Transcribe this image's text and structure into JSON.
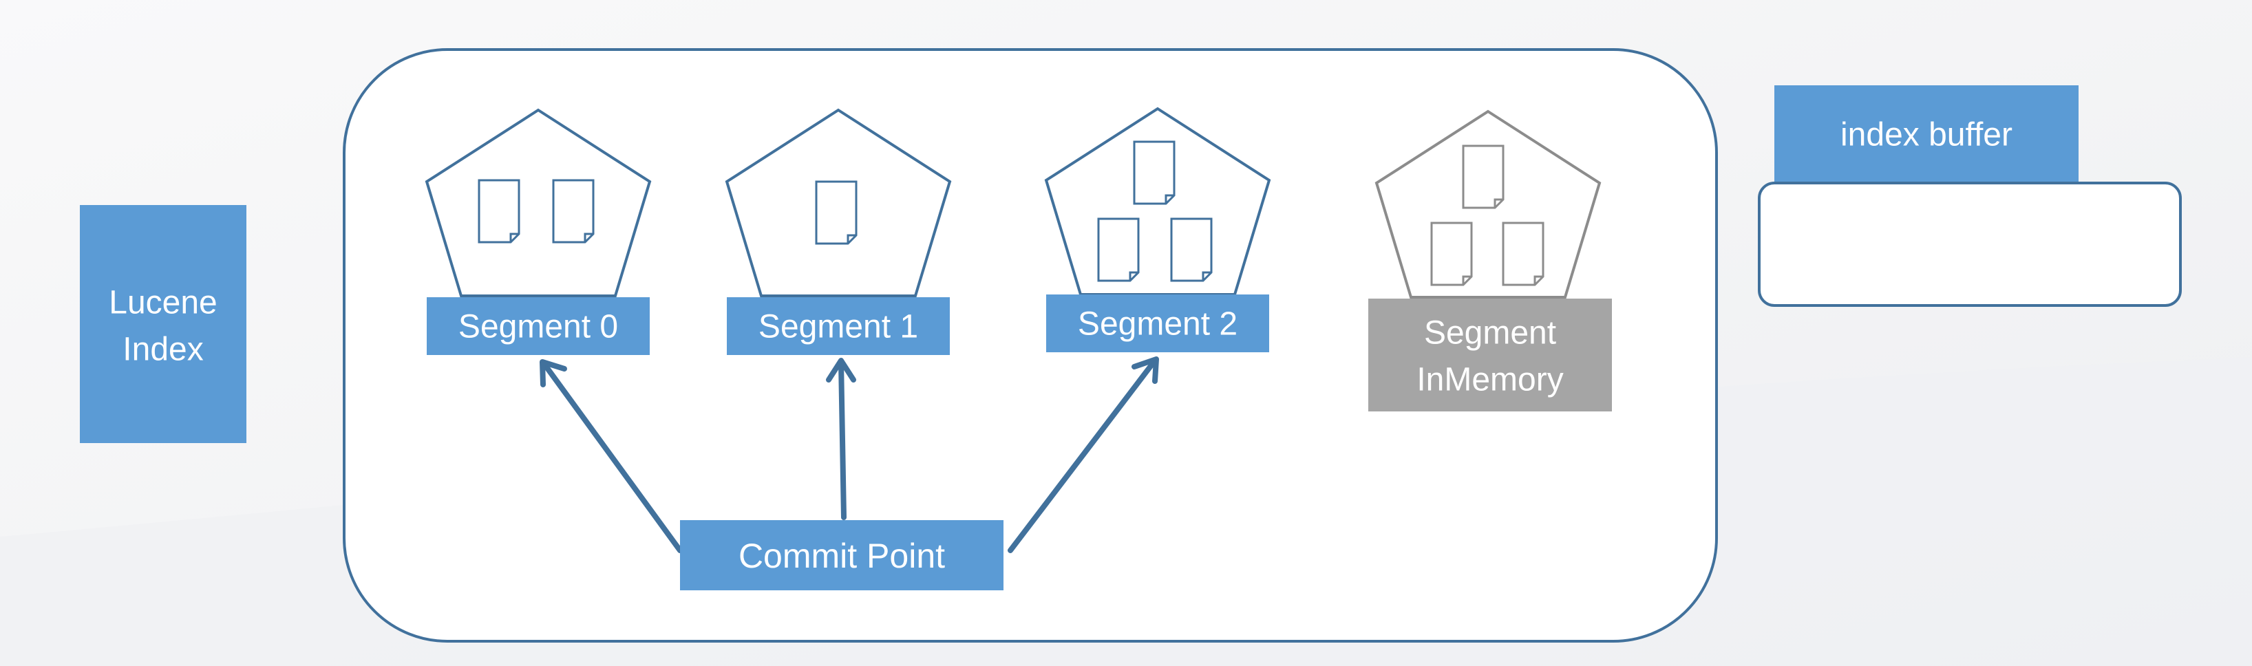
{
  "lucene_index": {
    "line1": "Lucene",
    "line2": "Index"
  },
  "segments": [
    {
      "label": "Segment 0",
      "docs": 2
    },
    {
      "label": "Segment 1",
      "docs": 1
    },
    {
      "label": "Segment 2",
      "docs": 3
    }
  ],
  "in_memory_segment": {
    "line1": "Segment",
    "line2": "InMemory",
    "docs": 3
  },
  "commit_point": {
    "label": "Commit Point"
  },
  "index_buffer": {
    "label": "index buffer"
  },
  "colors": {
    "accent": "#5b9bd5",
    "stroke": "#41719c",
    "arrow": "#41719c",
    "gray_fill": "#a5a5a5",
    "gray_stroke": "#8c8c8c",
    "background": "#f6f6f7",
    "panel": "#ffffff"
  }
}
